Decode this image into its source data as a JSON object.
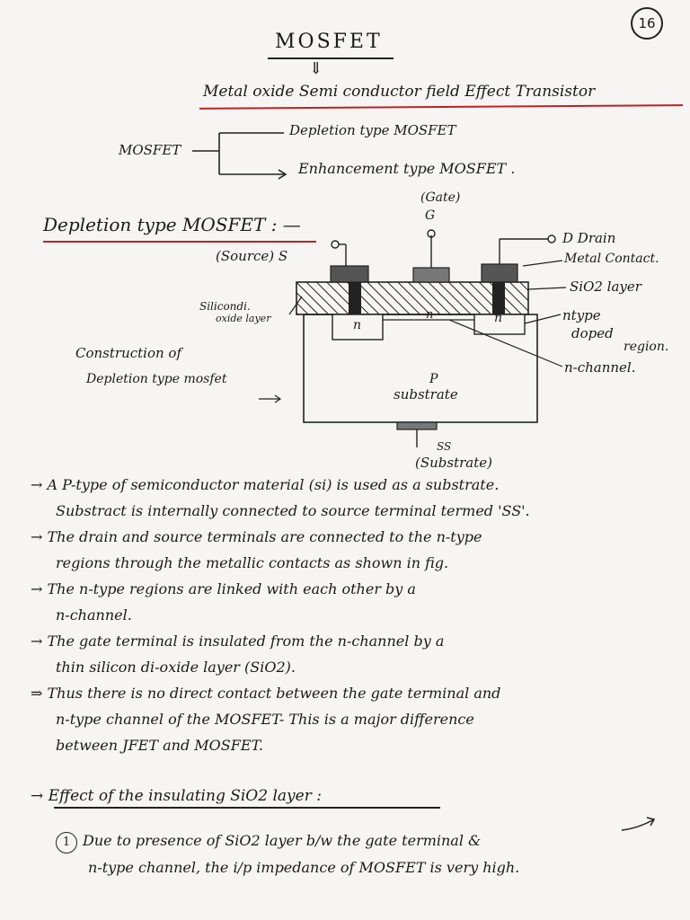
{
  "page_number": "16",
  "title": "MOSFET",
  "title_arrow": "⇓",
  "full_form": "Metal oxide Semi conductor field Effect Transistor",
  "classification": {
    "root": "MOSFET",
    "types": [
      "Depletion type MOSFET",
      "Enhancement type MOSFET ."
    ]
  },
  "section_heading": "Depletion type MOSFET : —",
  "diagram": {
    "gate_label": "(Gate)",
    "gate_symbol": "G",
    "source_label": "(Source) S",
    "drain_label": "D Drain",
    "metal_contact": "Metal Contact.",
    "sio2_layer": "SiO2 layer",
    "silicon_oxide_label_1": "Silicondi.",
    "silicon_oxide_label_2": "oxide layer",
    "n_left": "n",
    "n_channel_mid": "n",
    "n_right": "n",
    "ntype_1": "ntype",
    "ntype_2": "doped",
    "ntype_3": "region.",
    "n_channel": "n-channel.",
    "p_label": "P",
    "substrate": "substrate",
    "ss": "SS",
    "ss_label": "(Substrate)"
  },
  "construction_1": "Construction of",
  "construction_2": "Depletion type mosfet",
  "bullets": [
    {
      "line1": "→ A P-type of semiconductor material (si) is used as a substrate.",
      "line2": "Substract is internally connected to source terminal termed 'SS'."
    },
    {
      "line1": "→ The drain and source terminals are connected to the n-type",
      "line2": "regions through the metallic contacts as shown in fig."
    },
    {
      "line1": "→ The n-type regions are linked with each other by a",
      "line2": "n-channel."
    },
    {
      "line1": "→ The gate terminal is insulated from the n-channel by a",
      "line2": "thin silicon di-oxide layer (SiO2)."
    },
    {
      "line1": "⇒ Thus there is no direct contact between the gate terminal and",
      "line2": "n-type channel of the MOSFET- This is a major difference",
      "line3": "between JFET and MOSFET."
    }
  ],
  "effect_heading": "→ Effect of the insulating SiO2 layer :",
  "point_number": "1",
  "point_line1": "Due to presence of SiO2 layer b/w the gate terminal &",
  "point_line2": "n-type channel, the i/p impedance of MOSFET is very high."
}
